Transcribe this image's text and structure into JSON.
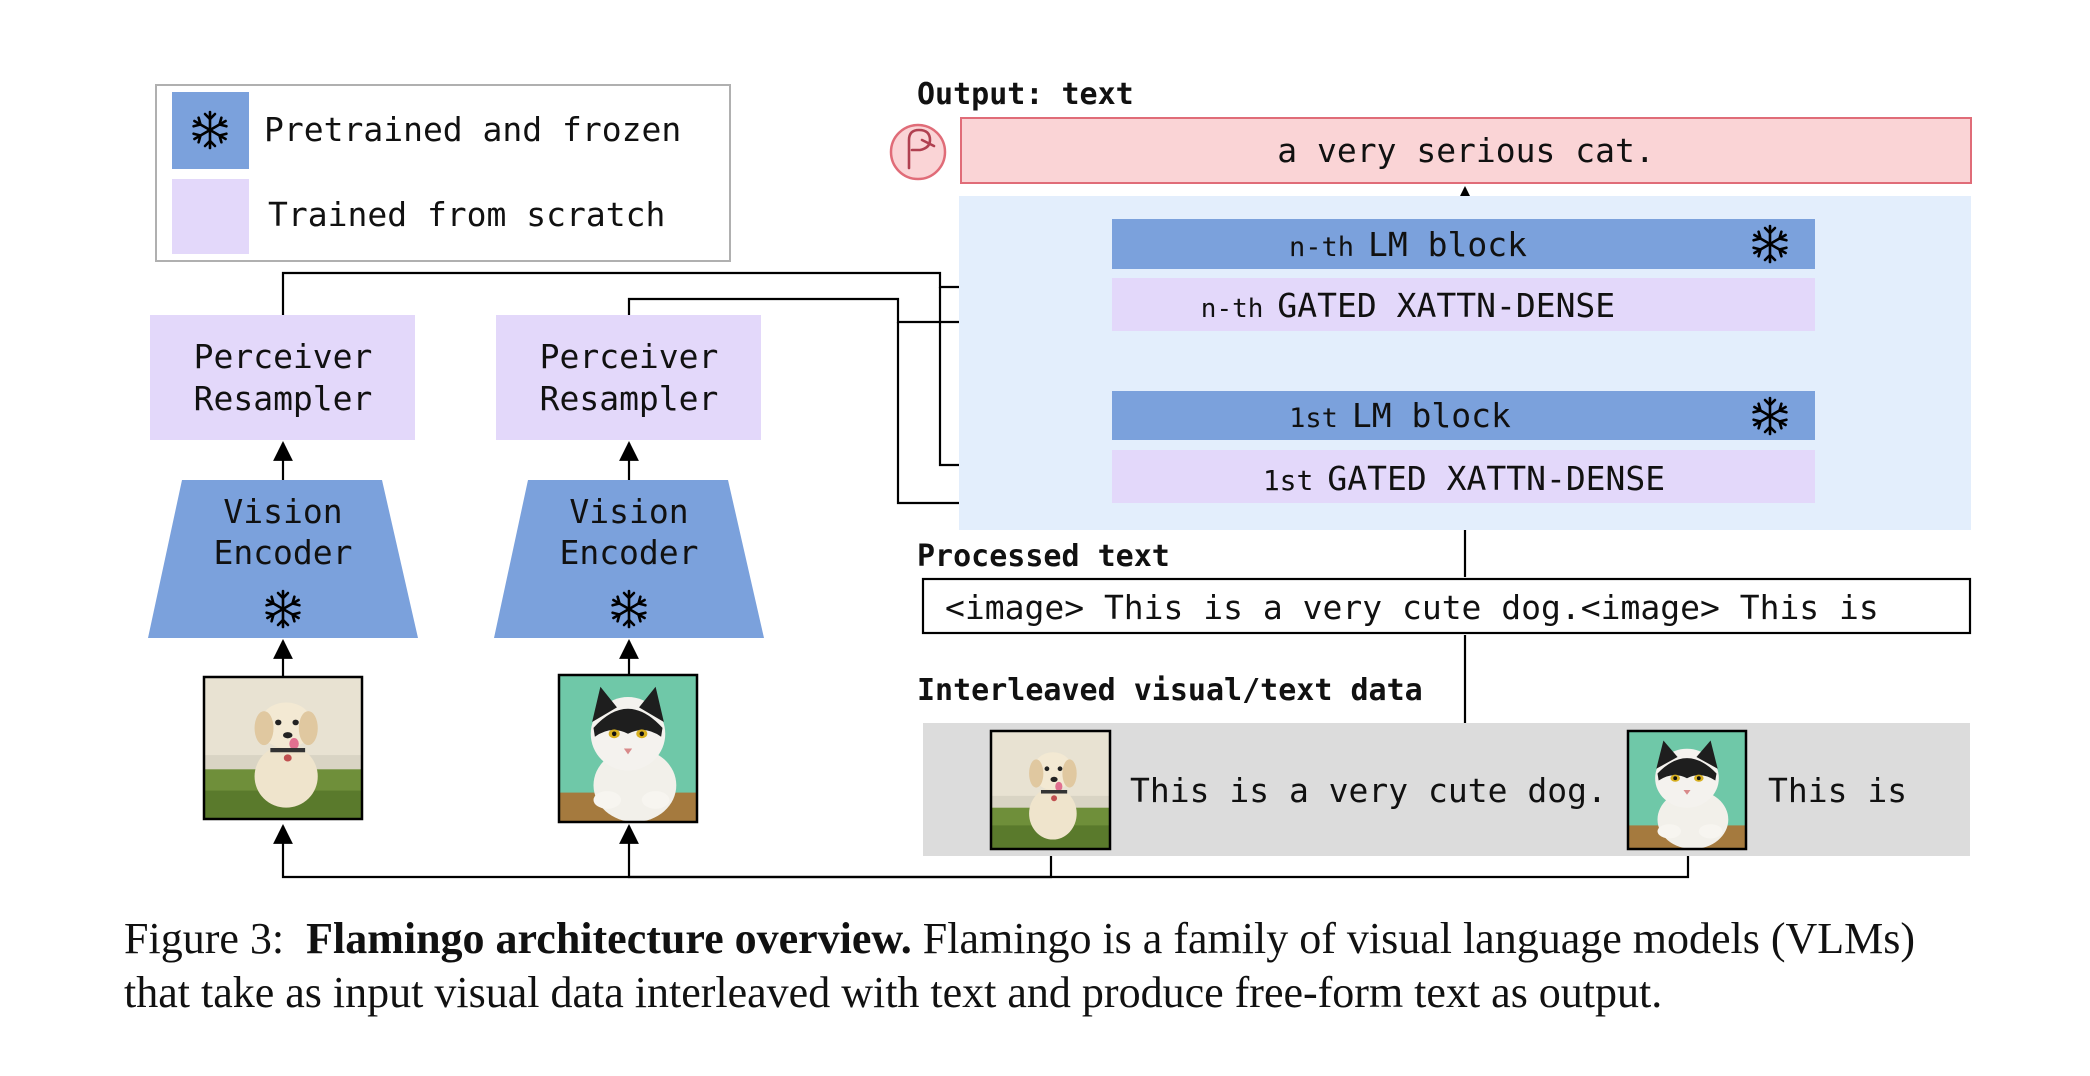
{
  "colors": {
    "frozen": "#7BA1DC",
    "trained": "#E3D8FA",
    "output_box": "#FAD4D6",
    "output_border": "#E06C78",
    "lm_panel": "#E3EEFC",
    "interleaved_bg": "#DCDCDC"
  },
  "legend": {
    "frozen_label": "Pretrained and frozen",
    "frozen_icon": "snowflake-icon",
    "trained_label": "Trained from scratch"
  },
  "branches": [
    {
      "resampler": [
        "Perceiver",
        "Resampler"
      ],
      "encoder": [
        "Vision",
        "Encoder"
      ],
      "encoder_icon": "snowflake-icon",
      "image": "dog-photo"
    },
    {
      "resampler": [
        "Perceiver",
        "Resampler"
      ],
      "encoder": [
        "Vision",
        "Encoder"
      ],
      "encoder_icon": "snowflake-icon",
      "image": "cat-photo"
    }
  ],
  "output": {
    "heading": "Output: text",
    "text": "a very serious cat.",
    "icon": "flamingo-icon"
  },
  "lm": {
    "nth_block": {
      "prefix": "n-th",
      "label": "LM block",
      "icon": "snowflake-icon"
    },
    "nth_xattn": {
      "prefix": "n-th",
      "label": "GATED XATTN-DENSE"
    },
    "first_block": {
      "prefix": "1st",
      "label": "LM block",
      "icon": "snowflake-icon"
    },
    "first_xattn": {
      "prefix": "1st",
      "label": "GATED XATTN-DENSE"
    }
  },
  "processed": {
    "heading": "Processed text",
    "text": "<image> This is a very cute dog.<image> This is"
  },
  "interleaved": {
    "heading": "Interleaved visual/text data",
    "text1": "This is a very cute dog.",
    "text2": "This is"
  },
  "caption": {
    "prefix": "Figure 3:",
    "title": "Flamingo architecture overview.",
    "body": "Flamingo is a family of visual language models (VLMs) that take as input visual data interleaved with text and produce free-form text as output."
  }
}
